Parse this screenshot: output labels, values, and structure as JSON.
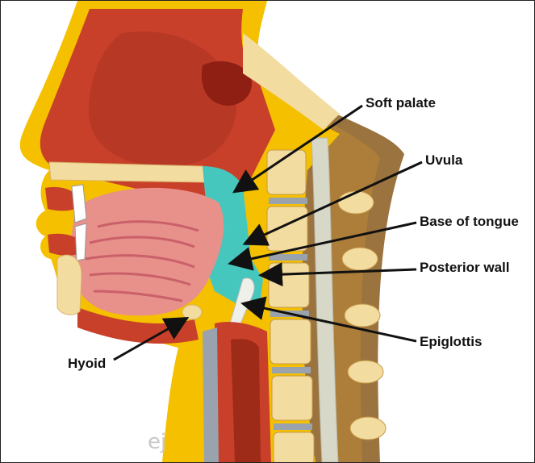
{
  "labels": {
    "soft_palate": "Soft palate",
    "uvula": "Uvula",
    "base_of_tongue": "Base of tongue",
    "posterior_wall": "Posterior wall",
    "epiglottis": "Epiglottis",
    "hyoid": "Hyoid"
  },
  "colors": {
    "skin": "#f4c000",
    "skin_edge": "#e0a800",
    "muscle": "#c9402a",
    "muscle_dark": "#9e2a18",
    "tongue": "#e8908a",
    "tongue_dark": "#c9606a",
    "bone": "#f3dca0",
    "bone_dot": "#c59a4a",
    "airway_teal": "#46c7bd",
    "disc_gray": "#9aa3ad",
    "neck_brown": "#8a5a1c",
    "cord": "#d8d8c8",
    "arrow": "#111111"
  }
}
